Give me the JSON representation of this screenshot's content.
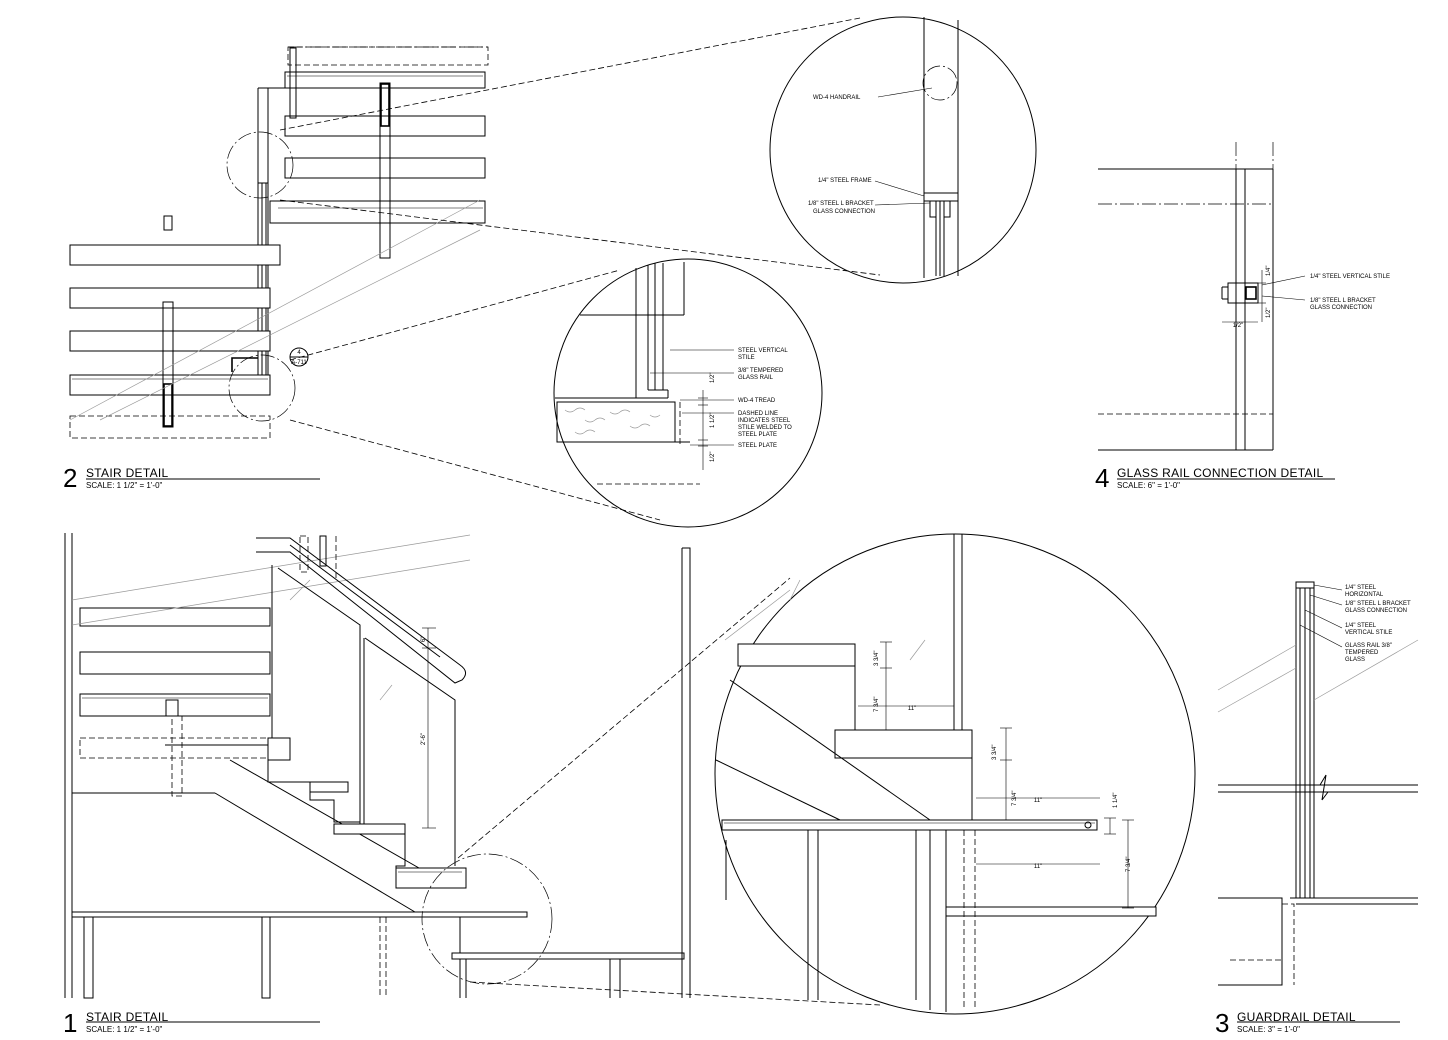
{
  "titles": {
    "d2": {
      "number": "2",
      "title": "STAIR DETAIL",
      "scale": "SCALE: 1 1/2\" = 1'-0\""
    },
    "d4": {
      "number": "4",
      "title": "GLASS RAIL CONNECTION DETAIL",
      "scale": "SCALE: 6\" = 1'-0\""
    },
    "d1": {
      "number": "1",
      "title": "STAIR DETAIL",
      "scale": "SCALE: 1 1/2\" = 1'-0\""
    },
    "d3": {
      "number": "3",
      "title": "GUARDRAIL DETAIL",
      "scale": "SCALE: 3\" = 1'-0\""
    }
  },
  "section_tag": {
    "number": "4",
    "sheet": "A-711"
  },
  "callout_top": {
    "handrail": "WD-4 HANDRAIL",
    "steel_frame": "1/4\" STEEL FRAME",
    "bracket_1": "1/8\" STEEL L BRACKET",
    "bracket_2": "GLASS CONNECTION"
  },
  "callout_mid": {
    "stile_1": "STEEL VERTICAL",
    "stile_2": "STILE",
    "glass_1": "3/8\" TEMPERED",
    "glass_2": "GLASS RAIL",
    "tread": "WD-4 TREAD",
    "dashed_1": "DASHED LINE",
    "dashed_2": "INDICATES STEEL",
    "dashed_3": "STILE WELDED TO",
    "dashed_4": "STEEL PLATE",
    "plate": "STEEL PLATE",
    "dim_a": "1/2\"",
    "dim_b": "1 1/2\"",
    "dim_c": "1/2\""
  },
  "detail4": {
    "stile": "1/4\" STEEL VERTICAL STILE",
    "bracket_1": "1/8\" STEEL L BRACKET",
    "bracket_2": "GLASS CONNECTION",
    "dim_top": "1/4\"",
    "dim_mid": "1/2\"",
    "dim_low": "1/2\""
  },
  "detail1": {
    "dim_6": "6\"",
    "dim_26": "2'-6\""
  },
  "callout_big": {
    "riser_1": "3 3/4\"",
    "riser_2": "7 3/4\"",
    "riser_3": "3 3/4\"",
    "riser_4": "7 3/4\"",
    "run_1": "11\"",
    "run_2": "11\"",
    "run_3": "11\"",
    "dim_114": "1 1/4\"",
    "dim_734": "7 3/4\""
  },
  "detail3": {
    "n1": "1/4\" STEEL",
    "n2": "HORIZONTAL",
    "n3": "1/8\" STEEL L BRACKET",
    "n4": "GLASS CONNECTION",
    "n5": "1/4\" STEEL",
    "n6": "VERTICAL STILE",
    "n7": "GLASS RAIL 3/8\"",
    "n8": "TEMPERED",
    "n9": "GLASS"
  }
}
